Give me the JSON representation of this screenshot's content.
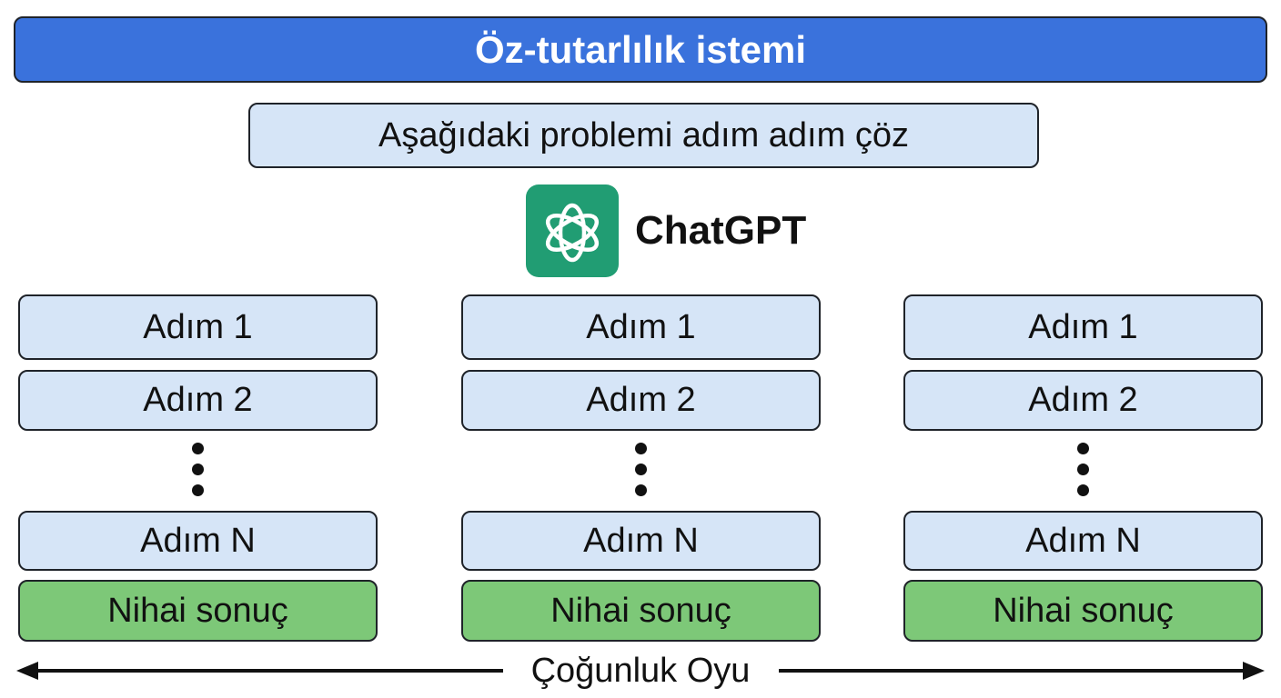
{
  "title": "Öz-tutarlılık istemi",
  "prompt": "Aşağıdaki problemi adım adım çöz",
  "model": {
    "name": "ChatGPT",
    "logo_icon": "openai-knot-icon",
    "logo_color": "#219d73"
  },
  "paths": [
    {
      "steps": [
        "Adım 1",
        "Adım 2",
        "Adım N"
      ],
      "result": "Nihai sonuç"
    },
    {
      "steps": [
        "Adım 1",
        "Adım 2",
        "Adım N"
      ],
      "result": "Nihai sonuç"
    },
    {
      "steps": [
        "Adım 1",
        "Adım 2",
        "Adım N"
      ],
      "result": "Nihai sonuç"
    }
  ],
  "aggregation": "Çoğunluk Oyu",
  "colors": {
    "title_bg": "#3a72dc",
    "step_bg": "#d6e5f7",
    "result_bg": "#7dc878"
  }
}
